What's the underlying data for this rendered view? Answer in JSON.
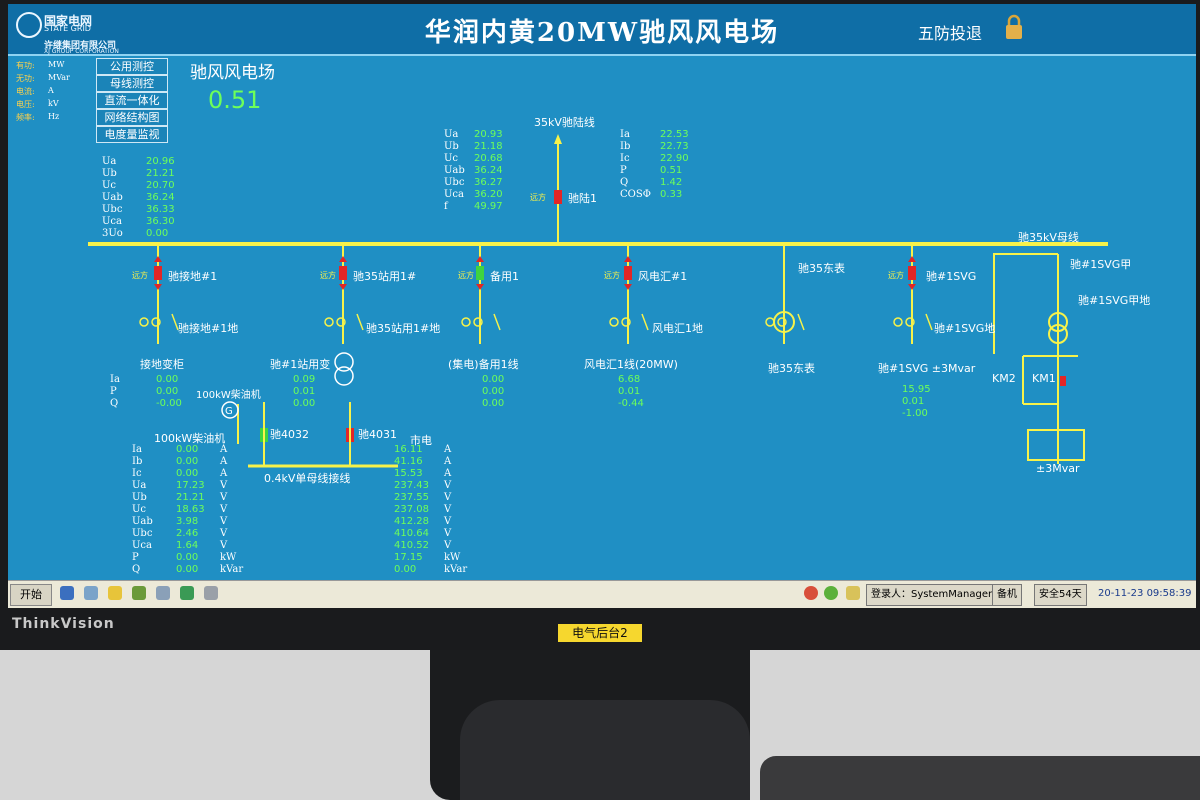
{
  "header": {
    "logo_cn": "国家电网",
    "logo_en": "STATE GRID",
    "logo_sub": "许继集团有限公司",
    "logo_sub_en": "XJ GROUP CORPORATION",
    "title": "华润内黄20MW驰风风电场",
    "wufang": "五防投退"
  },
  "legend": [
    {
      "label": "有功:",
      "unit": "MW"
    },
    {
      "label": "无功:",
      "unit": "MVar"
    },
    {
      "label": "电流:",
      "unit": "A"
    },
    {
      "label": "电压:",
      "unit": "kV"
    },
    {
      "label": "频率:",
      "unit": "Hz"
    }
  ],
  "nav": [
    "公用测控",
    "母线测控",
    "直流一体化",
    "网络结构图",
    "电度量监视"
  ],
  "station": {
    "name": "驰风风电场",
    "value": "0.51"
  },
  "bus_meas": {
    "labels": [
      "Ua",
      "Ub",
      "Uc",
      "Uab",
      "Ubc",
      "Uca",
      "3Uo"
    ],
    "values": [
      "20.96",
      "21.21",
      "20.70",
      "36.24",
      "36.33",
      "36.30",
      "0.00"
    ]
  },
  "line35": {
    "title": "35kV驰陆线",
    "breaker": "驰陆1",
    "remote": "远方",
    "v_labels": [
      "Ua",
      "Ub",
      "Uc",
      "Uab",
      "Ubc",
      "Uca",
      "f"
    ],
    "v_values": [
      "20.93",
      "21.18",
      "20.68",
      "36.24",
      "36.27",
      "36.20",
      "49.97"
    ],
    "i_labels": [
      "Ia",
      "Ib",
      "Ic",
      "P",
      "Q",
      "COSΦ"
    ],
    "i_values": [
      "22.53",
      "22.73",
      "22.90",
      "0.51",
      "1.42",
      "0.33"
    ]
  },
  "busbar_label": "驰35kV母线",
  "remote": "远方",
  "bays": {
    "ground": {
      "breaker": "驰接地#1",
      "switch": "驰接地#1地",
      "name": "接地变柜"
    },
    "station": {
      "breaker": "驰35站用1#",
      "switch": "驰35站用1#地",
      "xfmr": "驰#1站用变"
    },
    "spare": {
      "breaker": "备用1",
      "name": "(集电)备用1线"
    },
    "wind": {
      "breaker": "风电汇#1",
      "switch": "风电汇1地",
      "name": "风电汇1线(20MW)"
    },
    "east": {
      "top": "驰35东表",
      "name": "驰35东表"
    },
    "svg": {
      "breaker": "驰#1SVG",
      "switch": "驰#1SVG地",
      "name": "驰#1SVG ±3Mvar"
    },
    "svgA": {
      "top": "驰#1SVG甲",
      "ground": "驰#1SVG甲地",
      "km2": "KM2",
      "km1": "KM1",
      "cap": "±3Mvar"
    }
  },
  "pq": {
    "labels": [
      "Ia",
      "P",
      "Q"
    ],
    "ground": [
      "0.00",
      "0.00",
      "-0.00"
    ],
    "station": [
      "0.09",
      "0.01",
      "0.00"
    ],
    "spare": [
      "0.00",
      "0.00",
      "0.00"
    ],
    "wind": [
      "6.68",
      "0.01",
      "-0.44"
    ],
    "svg": [
      "15.95",
      "0.01",
      "-1.00"
    ]
  },
  "diesel": {
    "gen_label": "100kW柴油机",
    "b1": "驰4032",
    "b2": "驰4031",
    "bus": "0.4kV单母线接线",
    "table_title": "100kW柴油机",
    "grid_title": "市电",
    "rows": [
      {
        "label": "Ia",
        "d": "0.00",
        "unit": "A",
        "g": "16.11",
        "gunit": "A"
      },
      {
        "label": "Ib",
        "d": "0.00",
        "unit": "A",
        "g": "41.16",
        "gunit": "A"
      },
      {
        "label": "Ic",
        "d": "0.00",
        "unit": "A",
        "g": "15.53",
        "gunit": "A"
      },
      {
        "label": "Ua",
        "d": "17.23",
        "unit": "V",
        "g": "237.43",
        "gunit": "V"
      },
      {
        "label": "Ub",
        "d": "21.21",
        "unit": "V",
        "g": "237.55",
        "gunit": "V"
      },
      {
        "label": "Uc",
        "d": "18.63",
        "unit": "V",
        "g": "237.08",
        "gunit": "V"
      },
      {
        "label": "Uab",
        "d": "3.98",
        "unit": "V",
        "g": "412.28",
        "gunit": "V"
      },
      {
        "label": "Ubc",
        "d": "2.46",
        "unit": "V",
        "g": "410.64",
        "gunit": "V"
      },
      {
        "label": "Uca",
        "d": "1.64",
        "unit": "V",
        "g": "410.52",
        "gunit": "V"
      },
      {
        "label": "P",
        "d": "0.00",
        "unit": "kW",
        "g": "17.15",
        "gunit": "kW"
      },
      {
        "label": "Q",
        "d": "0.00",
        "unit": "kVar",
        "g": "0.00",
        "gunit": "kVar"
      }
    ]
  },
  "taskbar": {
    "start": "开始",
    "login": "登录人：SystemManager",
    "mode": "备机",
    "safe": "安全54天",
    "clock": "20-11-23 09:58:39"
  },
  "monitor": {
    "brand": "ThinkVision",
    "sticker": "电气后台2"
  },
  "colors": {
    "screen": "#1f8fc4",
    "bus": "#f7f24a",
    "closed": "#e32626",
    "open": "#3fd43f"
  }
}
